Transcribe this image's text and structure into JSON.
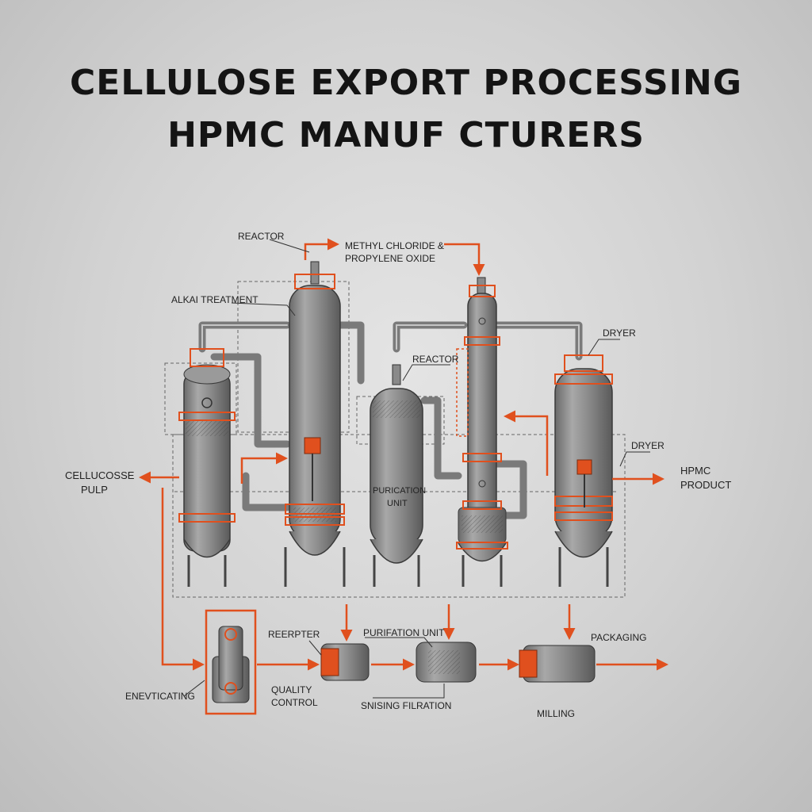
{
  "title": {
    "line1": "CELLULOSE EXPORT PROCESSING",
    "line2": "HPMC MANUF CTURERS"
  },
  "labels": {
    "reactor_top": "REACTOR",
    "reagent_line1": "METHYL CHLORIDE &",
    "reagent_line2": "PROPYLENE OXIDE",
    "alkali_treatment": "ALKAI TREATMENT",
    "reactor_mid": "REACTOR",
    "dryer_top": "DRYER",
    "dryer_mid": "DRYER",
    "pulp_line1": "CELLUCOSSE",
    "pulp_line2": "PULP",
    "purification_line1": "PURICATION",
    "purification_line2": "UNIT",
    "product_line1": "HPMC",
    "product_line2": "PRODUCT",
    "reactor_bottom": "REERPTER",
    "purification_unit_bottom": "PURIFATION UNIT",
    "packaging": "PACKAGING",
    "neutralizing": "ENEVTICATING",
    "quality_line1": "QUALITY",
    "quality_line2": "CONTROL",
    "filtration": "SNISING FILRATION",
    "milling": "MILLING"
  },
  "colors": {
    "accent": "#e0501e",
    "steel": "#8c8c8c",
    "steel_dark": "#555555",
    "pipe": "#9a9a9a",
    "ink": "#222222"
  }
}
